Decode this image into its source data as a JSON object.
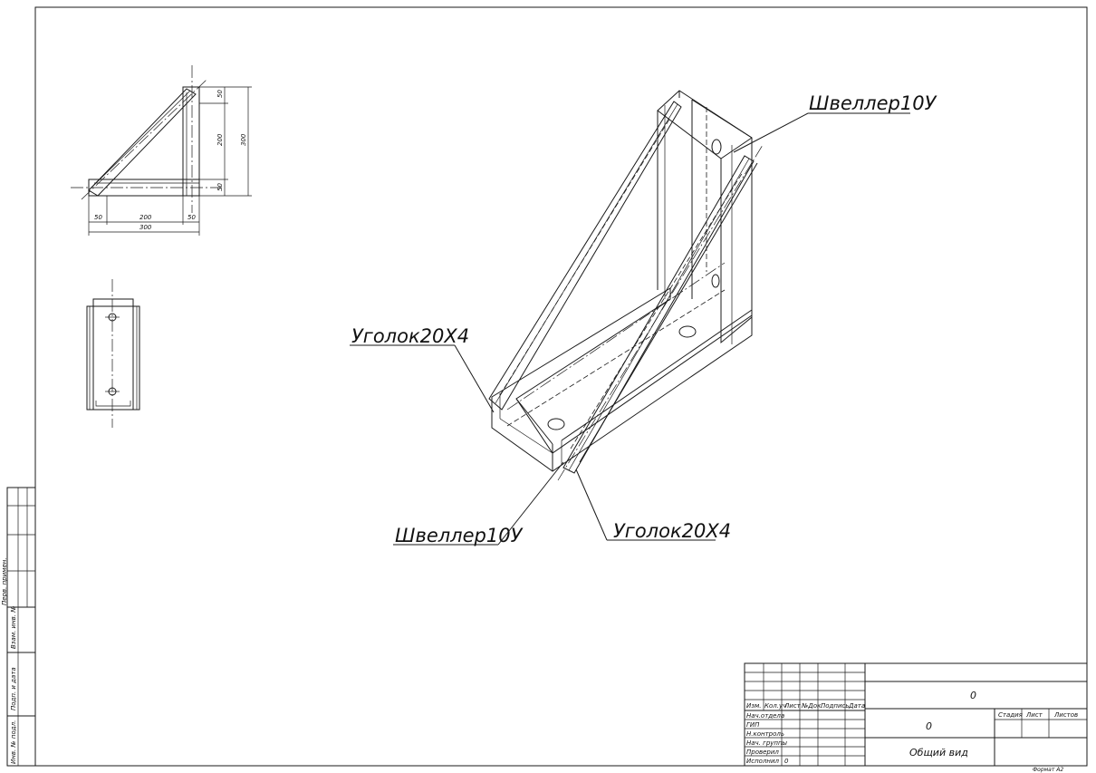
{
  "labels": {
    "channel_top": "Швеллер10У",
    "channel_bottom": "Швеллер10У",
    "angle_left": "Уголок20Х4",
    "angle_bottom": "Уголок20Х4"
  },
  "dimensions": {
    "right_50_top": "50",
    "right_200": "200",
    "right_300": "300",
    "right_50_bottom": "50",
    "bottom_50_left": "50",
    "bottom_200": "200",
    "bottom_50_right": "50",
    "bottom_300": "300"
  },
  "side_stamp": {
    "perv_primen": "Перв. примен.",
    "vzam_inv": "Взам. инв. №",
    "podp_data": "Подп. и дата",
    "inv_podl": "Инв. № подл."
  },
  "title_block": {
    "designation": "0",
    "name": "0",
    "title": "Общий вид",
    "rows": {
      "izm": "Изм.",
      "kol_uch": "Кол.уч",
      "list": "Лист",
      "no_dok": "№Док.",
      "podpis": "Подпись",
      "data": "Дата",
      "nach_otd": "Нач.отдела",
      "gip": "ГИП",
      "n_kontrol": "Н.контроль",
      "nach_gruppy": "Нач. группы",
      "proveril": "Проверил",
      "ispolnil": "Исполнил",
      "ispolnil_value": "0"
    },
    "stadiya": "Стадия",
    "list_label": "Лист",
    "listov": "Листов"
  },
  "format": "Формат А2"
}
